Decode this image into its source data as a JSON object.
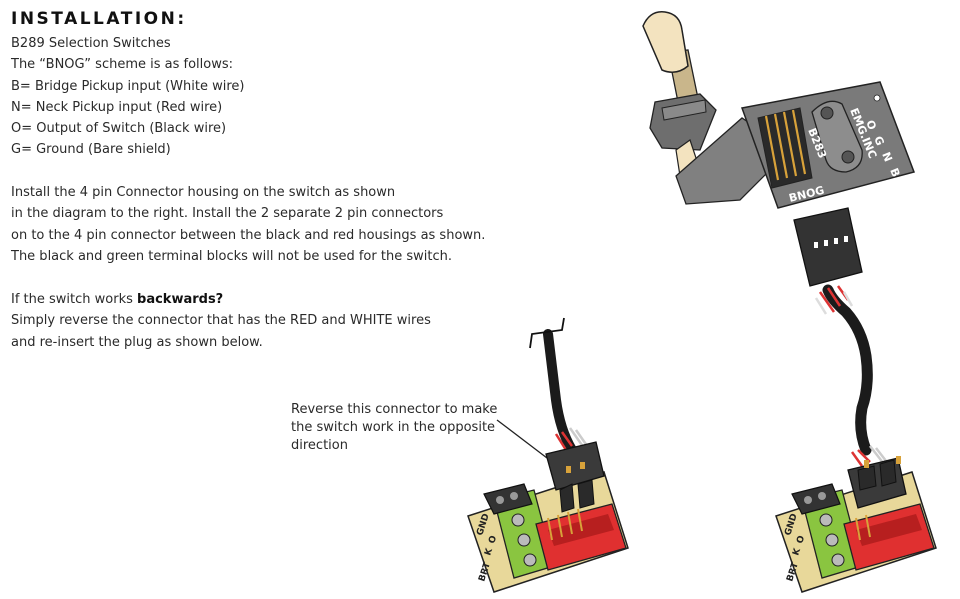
{
  "heading": "INSTALLATION:",
  "intro_lines": [
    "B289 Selection Switches",
    "The “BNOG” scheme is as follows:",
    "B= Bridge Pickup input (White wire)",
    "N= Neck Pickup input (Red wire)",
    "O= Output of Switch (Black wire)",
    "G= Ground (Bare shield)"
  ],
  "install_lines": [
    "Install the 4 pin Connector housing on the switch as shown",
    "in the diagram to the right. Install the 2 separate 2 pin connectors",
    "on to the 4 pin connector between the black and red housings as shown.",
    "The black and green terminal blocks will not be used for the switch."
  ],
  "backwards": {
    "question_prefix": "If the switch works ",
    "question_bold": "backwards?",
    "lines": [
      "Simply reverse the connector that has the RED and WHITE wires",
      "and re-insert the plug as shown below."
    ]
  },
  "callout_lines": [
    "Reverse this connector to make",
    "the switch work in the opposite",
    "direction"
  ],
  "switch_labels": {
    "brand": "EMG.INC",
    "model": "B283",
    "pins": "BNOG",
    "pin_o": "O",
    "pin_g": "G",
    "pin_n": "N",
    "pin_b": "B"
  },
  "board_labels": {
    "left_board": [
      "BRT",
      "K",
      "O",
      "GND"
    ],
    "right_board": [
      "BRT",
      "K",
      "O",
      "GND"
    ]
  },
  "colors": {
    "wire_black": "#1b1b1b",
    "pcb_yellow": "#e8d89a",
    "terminal_green": "#8ac540",
    "housing_red": "#e03030",
    "switch_gray": "#7d7d7d",
    "knob_cream": "#f3e3bf"
  }
}
